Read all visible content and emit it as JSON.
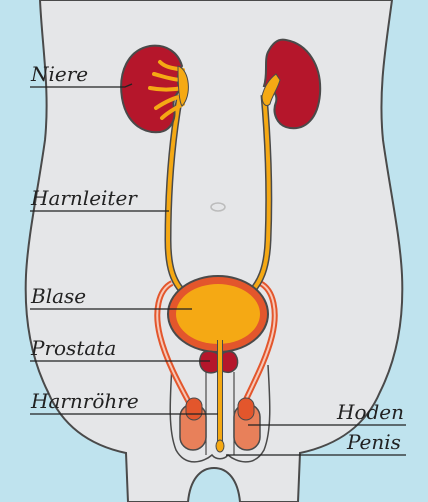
{
  "labels": {
    "niere": "Niere",
    "harnleiter": "Harnleiter",
    "blase": "Blase",
    "prostata": "Prostata",
    "harnroehre": "Harnröhre",
    "hoden": "Hoden",
    "penis": "Penis"
  },
  "colors": {
    "background_blue": "#bfe3ee",
    "body_gray": "#e5e6e8",
    "outline": "#4a4a4a",
    "kidney": "#b5162b",
    "urine_yellow": "#f5a914",
    "vessel_orange": "#e3562c",
    "testis_salmon": "#e8805a",
    "label_text": "#222222"
  }
}
